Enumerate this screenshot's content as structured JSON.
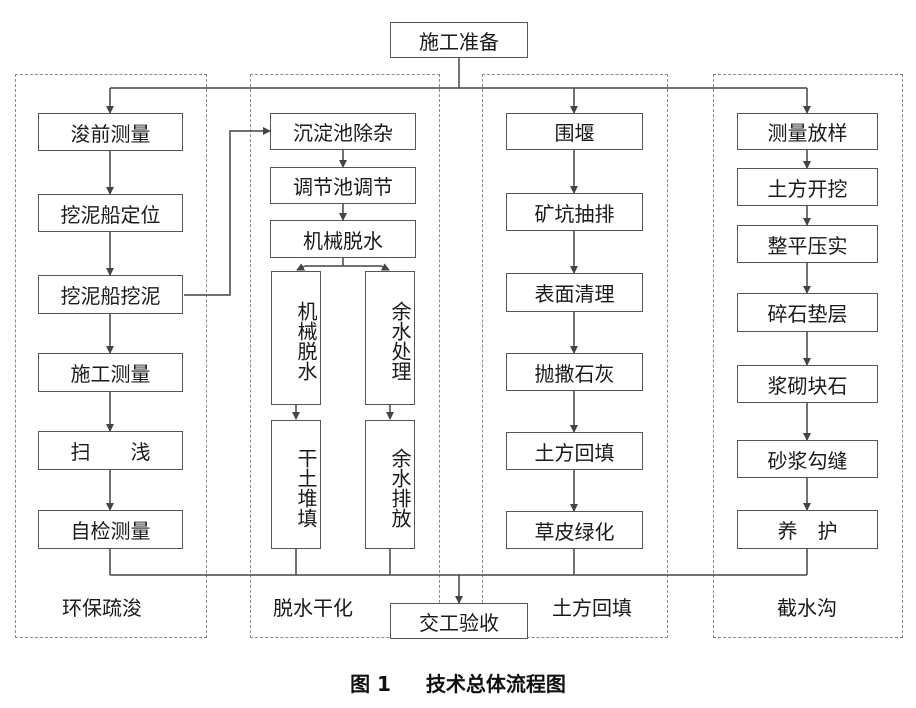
{
  "top": "施工准备",
  "bottom": "交工验收",
  "groups": [
    {
      "title": "环保疏浚",
      "steps": [
        "浚前测量",
        "挖泥船定位",
        "挖泥船挖泥",
        "施工测量",
        "扫　　浅",
        "自检测量"
      ]
    },
    {
      "title": "脱水干化",
      "steps": [
        "沉淀池除杂",
        "调节池调节",
        "机械脱水"
      ],
      "branches": [
        [
          "机械脱水",
          "干土堆填"
        ],
        [
          "余水处理",
          "余水排放"
        ]
      ]
    },
    {
      "title": "土方回填",
      "steps": [
        "围堰",
        "矿坑抽排",
        "表面清理",
        "抛撒石灰",
        "土方回填",
        "草皮绿化"
      ]
    },
    {
      "title": "截水沟",
      "steps": [
        "测量放样",
        "土方开挖",
        "整平压实",
        "碎石垫层",
        "浆砌块石",
        "砂浆勾缝",
        "养　护"
      ]
    }
  ],
  "caption": {
    "number": "图 1",
    "text": "技术总体流程图"
  },
  "colors": {
    "line": "#444444",
    "dash": "#8a8a8a"
  }
}
